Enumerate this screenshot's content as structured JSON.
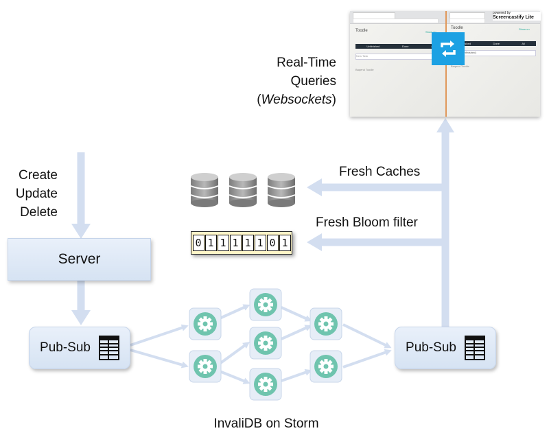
{
  "labels": {
    "realtime_line1": "Real-Time",
    "realtime_line2": "Queries",
    "realtime_line3_open": "(",
    "realtime_line3_italic": "Websockets",
    "realtime_line3_close": ")",
    "cud_line1": "Create",
    "cud_line2": "Update",
    "cud_line3": "Delete",
    "fresh_caches": "Fresh Caches",
    "fresh_bloom": "Fresh Bloom filter",
    "storm_caption": "InvaliDB on Storm"
  },
  "boxes": {
    "server": "Server",
    "pubsub_left": "Pub-Sub",
    "pubsub_right": "Pub-Sub"
  },
  "bloom_bits": [
    "0",
    "1",
    "1",
    "1",
    "1",
    "1",
    "0",
    "1"
  ],
  "screenshot": {
    "left_app_title": "Toodle",
    "right_app_title": "Toodle",
    "left_link": "Show on",
    "right_link": "Show on",
    "left_tabs": [
      "Unfinished",
      "Done",
      "All"
    ],
    "right_tabs": [
      "Unfinished",
      "Done",
      "All"
    ],
    "left_input": "New Task",
    "right_input": "Buy apples (unfinished)",
    "left_footer": "Baqend Toodle",
    "right_footer": "Baqend Toodle",
    "recorder_label_line1": "powered by",
    "recorder_label_line2": "Screencastify Lite"
  },
  "colors": {
    "arrow": "#d3def0",
    "box_fill": "#dfe8f5",
    "node_fill": "#6fc4ae",
    "bloom_fill": "#fff6c8",
    "sync_blue": "#1da1e3",
    "divider_orange": "#e0985a"
  },
  "icons": {
    "database": "database-icon",
    "gear": "gear-icon",
    "table": "table-icon",
    "sync": "sync-icon"
  }
}
